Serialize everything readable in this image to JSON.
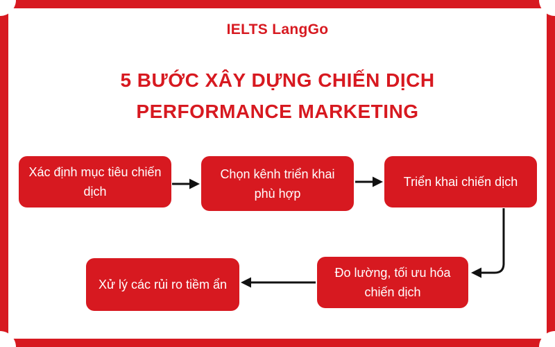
{
  "brand": {
    "logo_text": "IELTS LangGo"
  },
  "title": {
    "line1": "5 BƯỚC XÂY DỰNG CHIẾN DỊCH",
    "line2": "PERFORMANCE MARKETING"
  },
  "steps": [
    {
      "label": "Xác định mục tiêu chiến dịch"
    },
    {
      "label": "Chọn kênh triển khai phù hợp"
    },
    {
      "label": "Triển khai chiến dịch"
    },
    {
      "label": "Đo lường, tối ưu hóa chiến dịch"
    },
    {
      "label": "Xử lý các rủi ro tiềm ẩn"
    }
  ],
  "colors": {
    "brand_red": "#d71920",
    "panel": "#ffffff",
    "arrow": "#111111"
  }
}
